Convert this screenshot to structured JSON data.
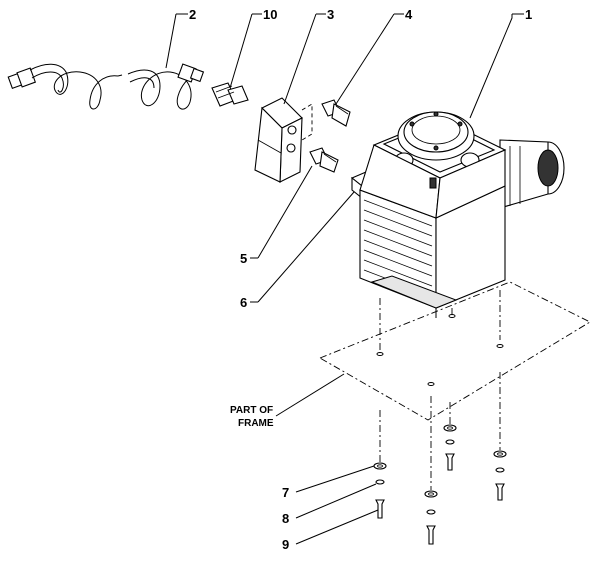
{
  "diagram": {
    "callouts": {
      "c1": "1",
      "c2": "2",
      "c3": "3",
      "c4": "4",
      "c5": "5",
      "c6": "6",
      "c7": "7",
      "c8": "8",
      "c9": "9",
      "c10": "10"
    },
    "frame_label_line1": "PART OF",
    "frame_label_line2": "FRAME"
  }
}
